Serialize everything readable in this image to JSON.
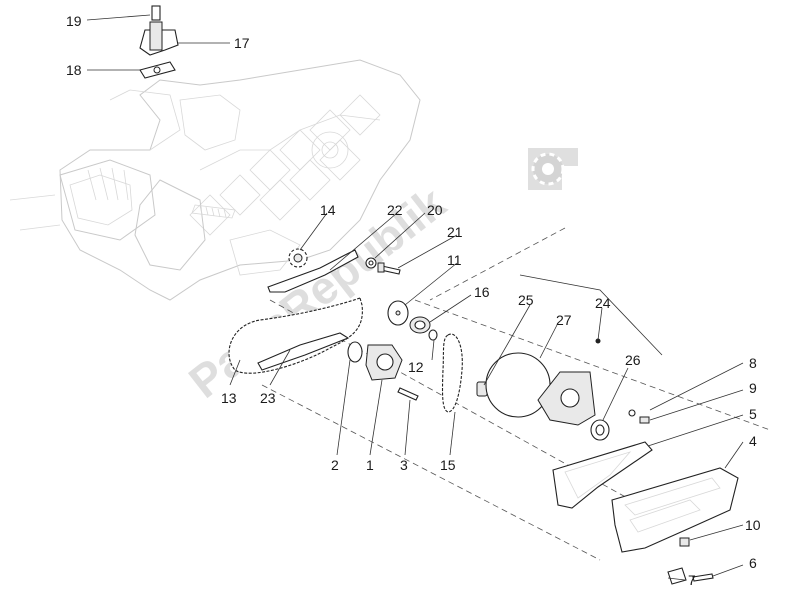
{
  "diagram": {
    "watermark": "PartsRepublik",
    "callouts": [
      "19",
      "17",
      "18",
      "14",
      "22",
      "20",
      "21",
      "11",
      "16",
      "25",
      "24",
      "27",
      "26",
      "8",
      "9",
      "5",
      "4",
      "10",
      "6",
      "7",
      "13",
      "23",
      "2",
      "1",
      "3",
      "15",
      "12"
    ]
  }
}
